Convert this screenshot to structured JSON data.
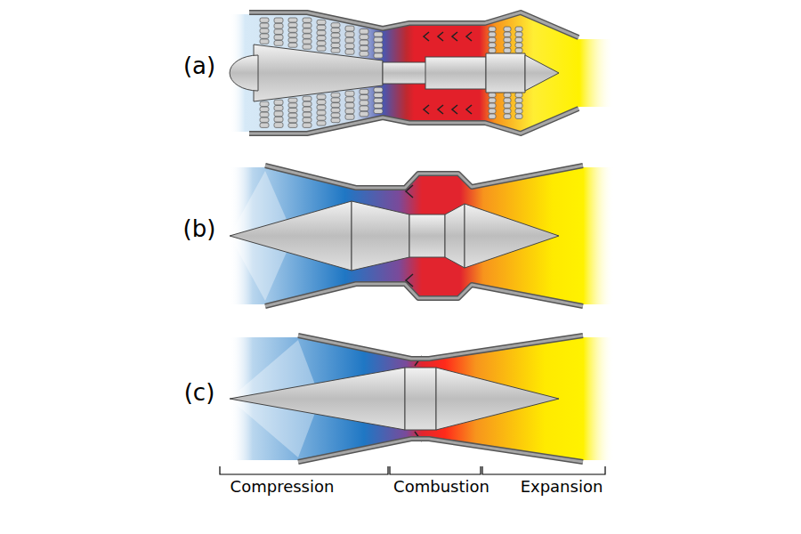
{
  "diagram": {
    "labels": [
      "(a)",
      "(b)",
      "(c)",
      "Compression",
      "Combustion",
      "Expansion"
    ]
  }
}
